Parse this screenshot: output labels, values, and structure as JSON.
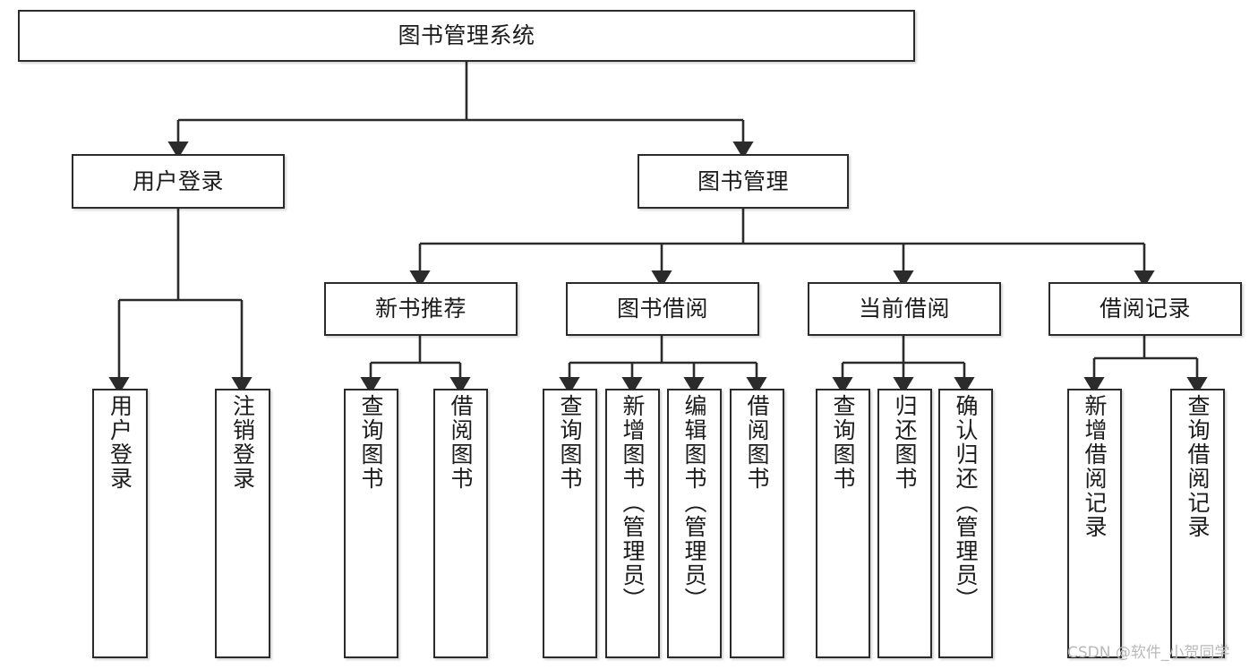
{
  "diagram": {
    "title": "图书管理系统",
    "type": "tree",
    "orientation": "top-down",
    "style": {
      "box_stroke": "#2b2b2b",
      "box_fill": "#ffffff",
      "edge_color": "#2b2b2b",
      "text_color": "#1b1b1b",
      "background": "#ffffff"
    }
  },
  "nodes": {
    "root": {
      "label": "图书管理系统",
      "level": 1
    },
    "level2": [
      {
        "id": "user-login",
        "label": "用户登录"
      },
      {
        "id": "book-manage",
        "label": "图书管理"
      }
    ],
    "level3": [
      {
        "id": "new-book-recommend",
        "label": "新书推荐",
        "parent": "book-manage"
      },
      {
        "id": "book-borrow",
        "label": "图书借阅",
        "parent": "book-manage"
      },
      {
        "id": "current-borrow",
        "label": "当前借阅",
        "parent": "book-manage"
      },
      {
        "id": "borrow-record",
        "label": "借阅记录",
        "parent": "book-manage"
      }
    ],
    "leaves": [
      {
        "id": "leaf-user-login",
        "label": "用户登录",
        "parent": "user-login"
      },
      {
        "id": "leaf-logout-login",
        "label": "注销登录",
        "parent": "user-login"
      },
      {
        "id": "leaf-query-book-1",
        "label": "查询图书",
        "parent": "new-book-recommend"
      },
      {
        "id": "leaf-borrow-book-1",
        "label": "借阅图书",
        "parent": "new-book-recommend"
      },
      {
        "id": "leaf-query-book-2",
        "label": "查询图书",
        "parent": "book-borrow"
      },
      {
        "id": "leaf-add-book",
        "label": "新增图书（管理员）",
        "parent": "book-borrow"
      },
      {
        "id": "leaf-edit-book",
        "label": "编辑图书（管理员）",
        "parent": "book-borrow"
      },
      {
        "id": "leaf-borrow-book-2",
        "label": "借阅图书",
        "parent": "book-borrow"
      },
      {
        "id": "leaf-query-book-3",
        "label": "查询图书",
        "parent": "current-borrow"
      },
      {
        "id": "leaf-return-book",
        "label": "归还图书",
        "parent": "current-borrow"
      },
      {
        "id": "leaf-confirm-return",
        "label": "确认归还（管理员）",
        "parent": "current-borrow"
      },
      {
        "id": "leaf-add-record",
        "label": "新增借阅记录",
        "parent": "borrow-record"
      },
      {
        "id": "leaf-query-record",
        "label": "查询借阅记录",
        "parent": "borrow-record"
      }
    ]
  },
  "watermark": {
    "text": "CSDN @软件_小贺同学"
  }
}
